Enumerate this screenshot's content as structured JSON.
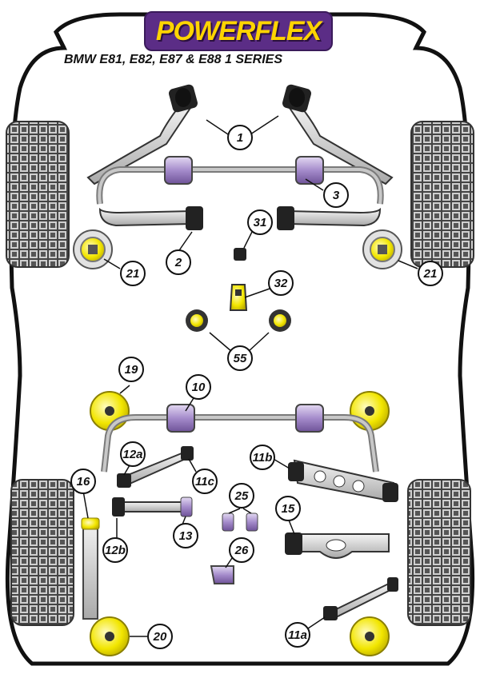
{
  "brand": {
    "logo_text": "POWERFLEX",
    "logo_color": "#ffd400",
    "logo_bg": "#5b2d86"
  },
  "title": "BMW E81, E82, E87 & E88 1 SERIES",
  "colors": {
    "bush_purple": "#b9a6d6",
    "bush_yellow": "#f2e600",
    "arm_grey": "#d0d0d0",
    "tyre": "#666666"
  },
  "callouts": [
    {
      "id": "1",
      "label": "1"
    },
    {
      "id": "3",
      "label": "3"
    },
    {
      "id": "31",
      "label": "31"
    },
    {
      "id": "2",
      "label": "2"
    },
    {
      "id": "21-left",
      "label": "21"
    },
    {
      "id": "21-right",
      "label": "21"
    },
    {
      "id": "32",
      "label": "32"
    },
    {
      "id": "55",
      "label": "55"
    },
    {
      "id": "19",
      "label": "19"
    },
    {
      "id": "10",
      "label": "10"
    },
    {
      "id": "12a",
      "label": "12a"
    },
    {
      "id": "11c",
      "label": "11c"
    },
    {
      "id": "11b",
      "label": "11b"
    },
    {
      "id": "16",
      "label": "16"
    },
    {
      "id": "25",
      "label": "25"
    },
    {
      "id": "15",
      "label": "15"
    },
    {
      "id": "13",
      "label": "13"
    },
    {
      "id": "12b",
      "label": "12b"
    },
    {
      "id": "26",
      "label": "26"
    },
    {
      "id": "20",
      "label": "20"
    },
    {
      "id": "11a",
      "label": "11a"
    }
  ]
}
